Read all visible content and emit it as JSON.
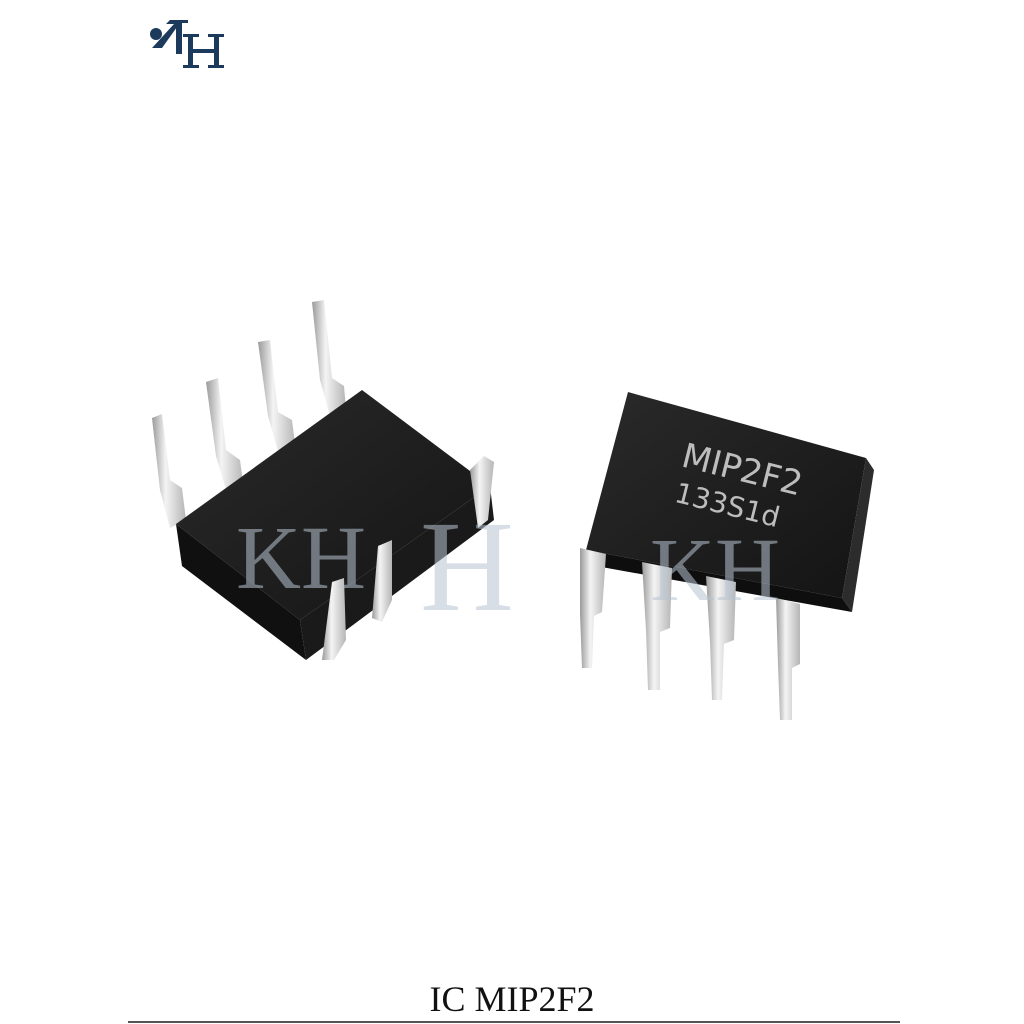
{
  "brand": {
    "logo_text": "KH",
    "logo_color": "#1b3a5c",
    "watermark_color": "#b8c4d2"
  },
  "product": {
    "caption": "IC MIP2F2",
    "package": "DIP-8",
    "marking_line1": "MIP2F2",
    "marking_line2": "133S1d",
    "body_color": "#1c1c1c",
    "pin_color": "#d9d9d9"
  }
}
